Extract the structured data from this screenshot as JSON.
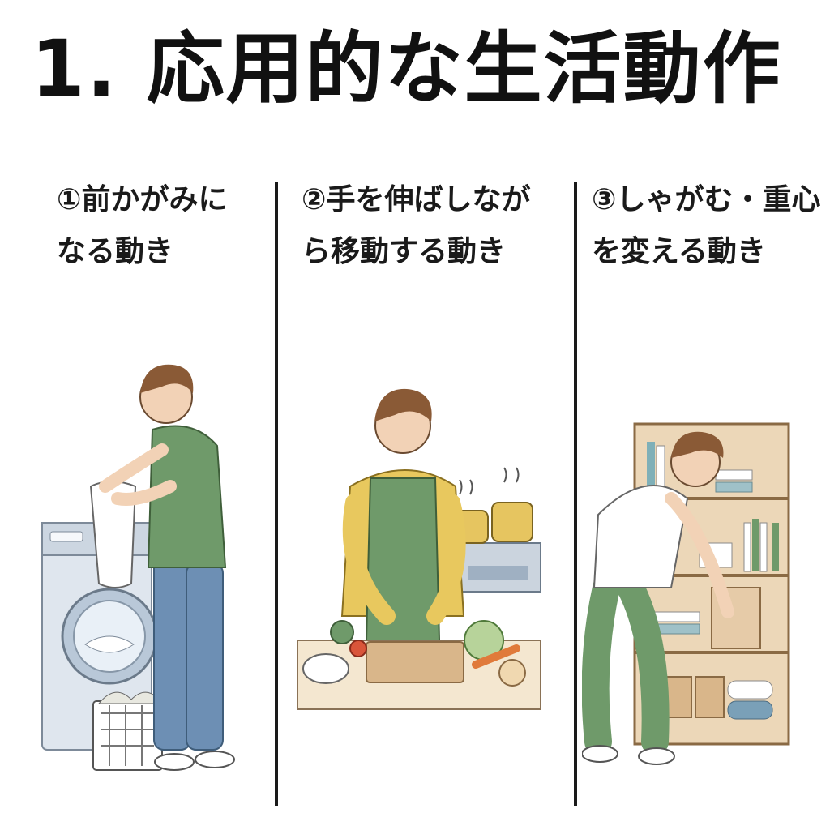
{
  "header": {
    "title": "1. 応用的な生活動作"
  },
  "panels": [
    {
      "label": "①前かがみに\nなる動き",
      "illustration": "person-loading-washing-machine"
    },
    {
      "label": "②手を伸ばしなが\nら移動する動き",
      "illustration": "person-cooking-in-kitchen"
    },
    {
      "label": "③しゃがむ・重心\nを変える動き",
      "illustration": "person-lifting-box-at-shelf"
    }
  ],
  "colors": {
    "shirt_green": "#6f9a6a",
    "jeans_blue": "#6d8fb4",
    "shirt_yellow": "#e8c85e",
    "apron_green": "#6f9a6a",
    "pants_green": "#6f9a6a",
    "wood": "#d9b68a",
    "skin": "#f2d2b6",
    "hair": "#8a5a36"
  }
}
